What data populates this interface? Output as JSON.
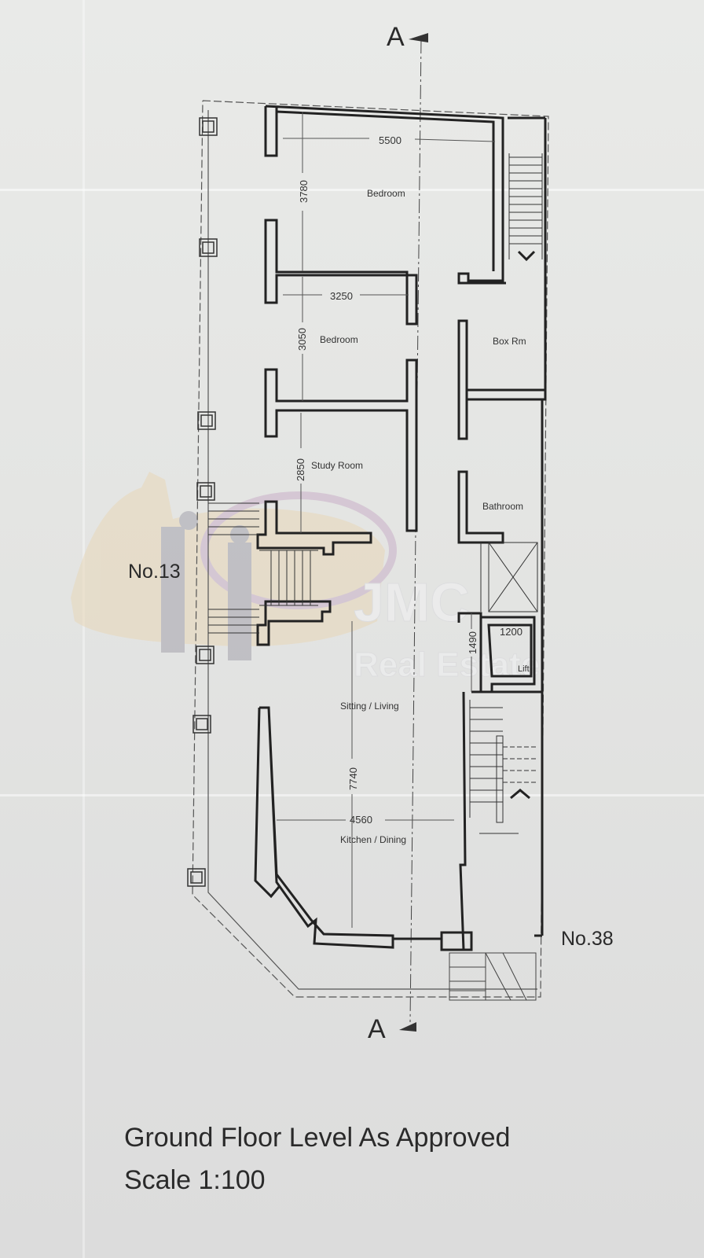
{
  "plan": {
    "section_marker": "A",
    "neighbours": {
      "left": "No.13",
      "right": "No.38"
    },
    "rooms": {
      "bedroom_1": "Bedroom",
      "bedroom_2": "Bedroom",
      "study": "Study Room",
      "box_room": "Box Rm",
      "bathroom": "Bathroom",
      "lift": "Lift",
      "sitting": "Sitting / Living",
      "kitchen": "Kitchen / Dining"
    },
    "dimensions": {
      "bedroom_1_width": "5500",
      "bedroom_1_depth": "3780",
      "bedroom_2_width": "3250",
      "bedroom_2_depth": "3050",
      "study_depth": "2850",
      "lift_width": "1200",
      "lift_depth": "1490",
      "living_depth": "7740",
      "living_width": "4560"
    },
    "watermark": {
      "line1": "JMC",
      "line2": "Real Estate"
    }
  },
  "caption": {
    "title": "Ground Floor Level As Approved",
    "scale": "Scale 1:100"
  }
}
